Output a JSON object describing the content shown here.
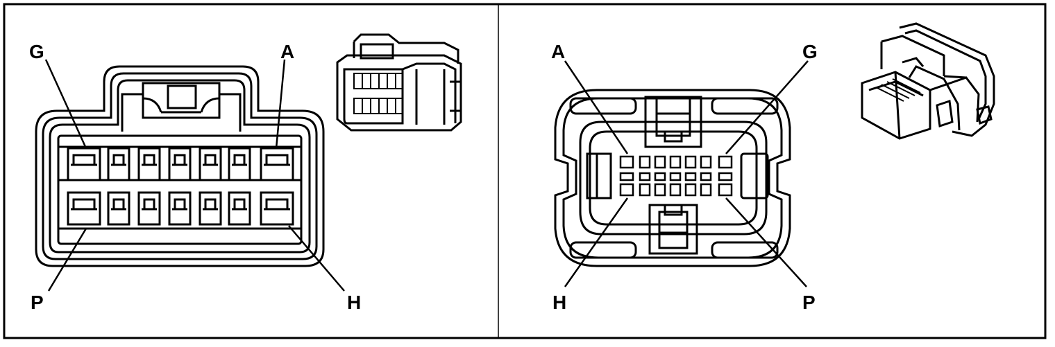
{
  "left_panel": {
    "pin_labels": {
      "top_left": "G",
      "top_right": "A",
      "bottom_left": "P",
      "bottom_right": "H"
    }
  },
  "right_panel": {
    "pin_labels": {
      "top_left": "A",
      "top_right": "G",
      "bottom_left": "H",
      "bottom_right": "P"
    }
  },
  "colors": {
    "stroke": "#000000",
    "background": "#ffffff"
  }
}
